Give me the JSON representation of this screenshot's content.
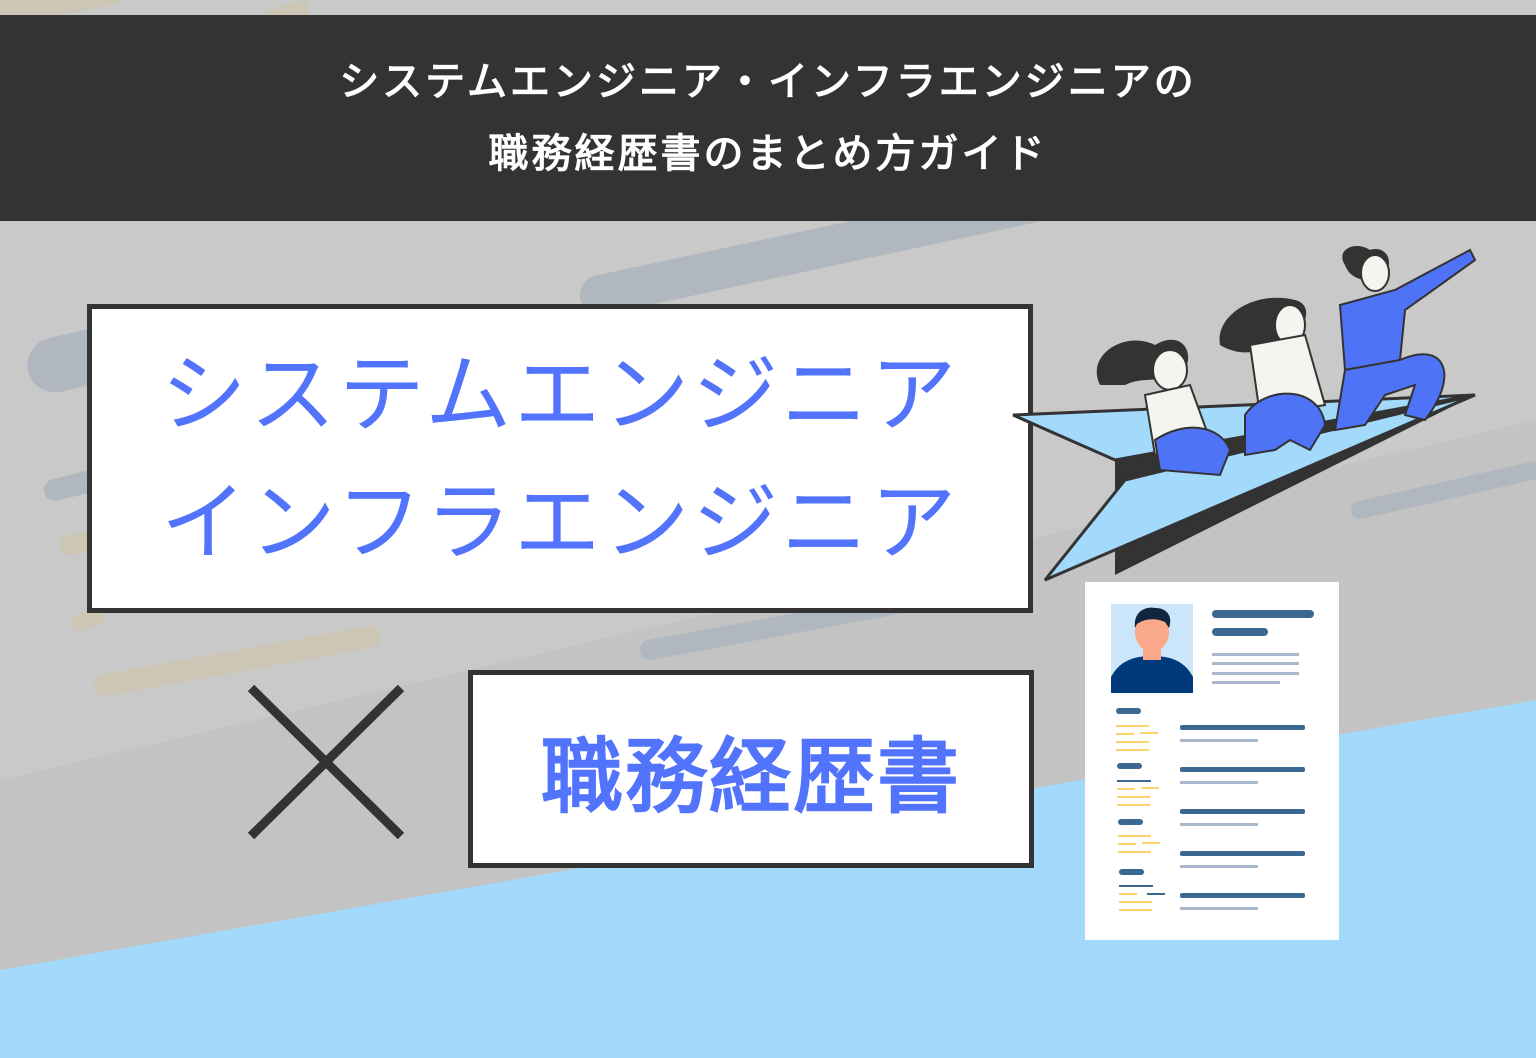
{
  "header": {
    "title_line_1": "システムエンジニア・インフラエンジニアの",
    "title_line_2": "職務経歴書のまとめ方ガイド"
  },
  "main": {
    "jobs_box": {
      "line_1": "システムエンジニア",
      "line_2": "インフラエンジニア"
    },
    "cross_symbol": "×",
    "document_box": {
      "label": "職務経歴書"
    }
  },
  "illustrations": {
    "paper_plane": "paper-plane-with-three-people",
    "resume": "resume-document-with-portrait"
  },
  "colors": {
    "background_gray": "#c9c9c9",
    "header_dark": "#333333",
    "header_text": "#ffffff",
    "accent_blue": "#5273fb",
    "light_blue": "#a3dafc",
    "stripe_blue_gray": "#b0b7be",
    "stripe_beige": "#cdc6b5",
    "resume_navy": "#3a6891",
    "resume_yellow": "#ffd36b"
  }
}
